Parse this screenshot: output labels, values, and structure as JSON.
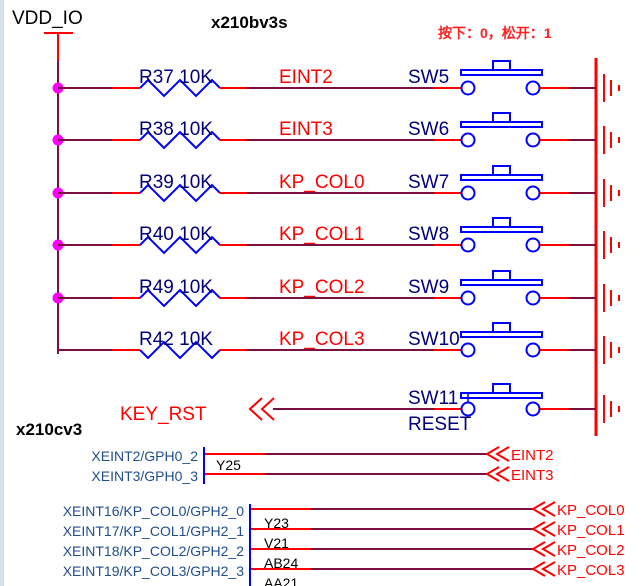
{
  "colors": {
    "wire": "#7a1040",
    "pin": "#ff0000",
    "component": "#0000ff",
    "ref_text": "#00007a",
    "net_text": "#ff0000",
    "junction": "#ff00ff",
    "pin_name_text": "#1f4e8c",
    "ground": "#ff0000"
  },
  "power": {
    "label": "VDD_IO"
  },
  "sheet_labels": {
    "top_chip": "x210bv3s",
    "bottom_chip": "x210cv3"
  },
  "note": "按下：0，松开：1",
  "rows": [
    {
      "resistor": "R37",
      "value": "10K",
      "net": "EINT2",
      "switch": "SW5"
    },
    {
      "resistor": "R38",
      "value": "10K",
      "net": "EINT3",
      "switch": "SW6"
    },
    {
      "resistor": "R39",
      "value": "10K",
      "net": "KP_COL0",
      "switch": "SW7"
    },
    {
      "resistor": "R40",
      "value": "10K",
      "net": "KP_COL1",
      "switch": "SW8"
    },
    {
      "resistor": "R49",
      "value": "10K",
      "net": "KP_COL2",
      "switch": "SW9"
    },
    {
      "resistor": "R42",
      "value": "10K",
      "net": "KP_COL3",
      "switch": "SW10"
    }
  ],
  "reset": {
    "switch": "SW11",
    "switch_label": "RESET",
    "net": "KEY_RST"
  },
  "eint_pins": {
    "pins": [
      "XEINT2/GPH0_2",
      "XEINT3/GPH0_3"
    ],
    "balls": [
      "Y25"
    ],
    "nets": [
      "EINT2",
      "EINT3"
    ]
  },
  "kp_pins": {
    "pins": [
      "XEINT16/KP_COL0/GPH2_0",
      "XEINT17/KP_COL1/GPH2_1",
      "XEINT18/KP_COL2/GPH2_2",
      "XEINT19/KP_COL3/GPH2_3"
    ],
    "balls": [
      "Y23",
      "V21",
      "AB24",
      "AA21"
    ],
    "nets": [
      "KP_COL0",
      "KP_COL1",
      "KP_COL2",
      "KP_COL3"
    ]
  }
}
